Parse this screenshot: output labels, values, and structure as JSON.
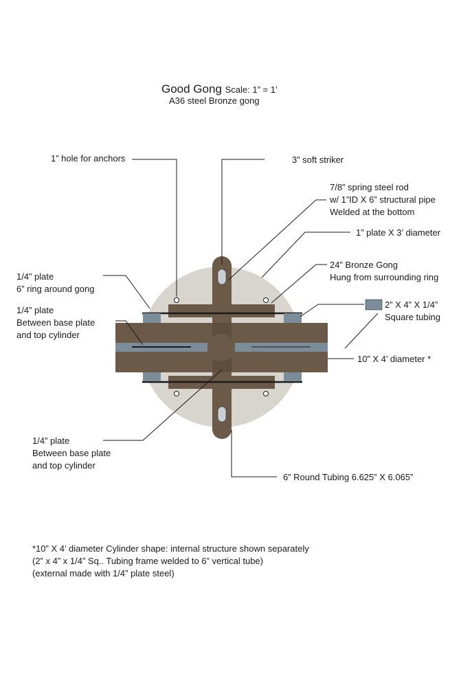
{
  "title": {
    "main": "Good Gong",
    "scale": "Scale: 1” = 1’",
    "subtitle": "A36 steel Bronze gong"
  },
  "labels": {
    "anchor_hole": "1” hole for anchors",
    "soft_striker": "3” soft striker",
    "spring_rod": [
      "7/8” spring steel rod",
      "w/ 1”ID X 6” structural pipe",
      "Welded at the bottom"
    ],
    "base_plate": "1” plate X 3’ diameter",
    "ring_plate": [
      "1/4” plate",
      "6” ring around gong"
    ],
    "bronze_gong": [
      "24” Bronze Gong",
      "Hung from surrounding ring"
    ],
    "plate_between_upper": [
      "1/4” plate",
      "Between base plate",
      "and top cylinder"
    ],
    "square_tubing": [
      "2” X 4” X 1/4”",
      "Square tubing"
    ],
    "cylinder": "10” X 4’ diameter *",
    "plate_between_lower": [
      "1/4” plate",
      "Between base plate",
      "and top cylinder"
    ],
    "round_tubing": "6” Round Tubing 6.625” X 6.065”"
  },
  "footnote": [
    "*10” X 4’ diameter Cylinder shape: internal structure shown separately",
    "(2” x 4”  x 1/4” Sq.. Tubing frame welded to 6” vertical tube)",
    "(external made with 1/4” plate steel)"
  ],
  "colors": {
    "base_plate": "#d8d5cf",
    "bronze": "#6b5a48",
    "tubing": "#7c8c99",
    "line": "#1a1a1a"
  }
}
